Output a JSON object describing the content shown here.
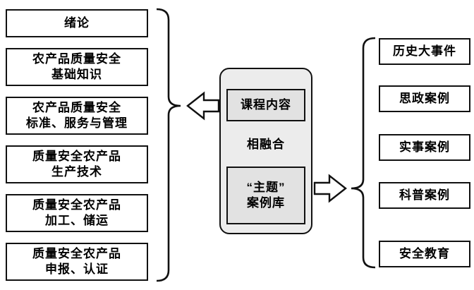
{
  "left_column": {
    "items": [
      {
        "label": "绪论"
      },
      {
        "label": "农产品质量安全\n基础知识"
      },
      {
        "label": "农产品质量安全\n标准、服务与管理"
      },
      {
        "label": "质量安全农产品\n生产技术"
      },
      {
        "label": "质量安全农产品\n加工、储运"
      },
      {
        "label": "质量安全农产品\n申报、认证"
      }
    ]
  },
  "center": {
    "course_content_label": "课程内容",
    "fusion_label": "相融合",
    "case_library_label": "“主题”\n案例库"
  },
  "right_column": {
    "items": [
      {
        "label": "历史大事件"
      },
      {
        "label": "思政案例"
      },
      {
        "label": "实事案例"
      },
      {
        "label": "科普案例"
      },
      {
        "label": "安全教育"
      }
    ]
  },
  "colors": {
    "line": "#111111",
    "center_fill": "#ececec",
    "inner_fill": "#e2e2e2"
  }
}
